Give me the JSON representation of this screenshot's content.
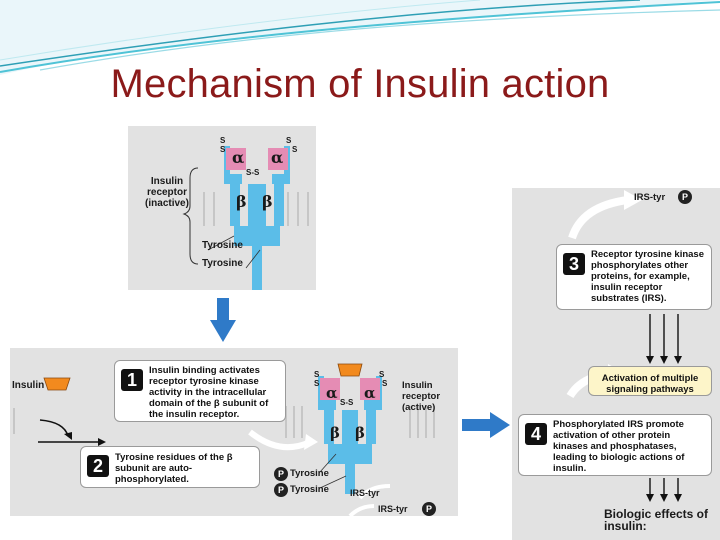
{
  "slide": {
    "title": "Mechanism of Insulin action"
  },
  "inactive_panel": {
    "receptor_label": "Insulin receptor (inactive)",
    "alpha": "α",
    "beta": "β",
    "ss": "S",
    "ss_bridge": "S-S",
    "tyrosine_1": "Tyrosine",
    "tyrosine_2": "Tyrosine"
  },
  "active_panel": {
    "insulin_label": "Insulin",
    "step1_number": "1",
    "step1_text": "Insulin binding activates receptor tyrosine kinase activity in the intracellular domain of the β subunit of the insulin receptor.",
    "step2_number": "2",
    "step2_text": "Tyrosine residues of the β subunit are auto-phosphorylated.",
    "receptor_label": "Insulin receptor (active)",
    "alpha": "α",
    "beta": "β",
    "ss": "S",
    "ss_bridge": "S-S",
    "p": "P",
    "tyrosine_1": "Tyrosine",
    "tyrosine_2": "Tyrosine",
    "irs_tyr_1": "IRS-tyr",
    "irs_tyr_2": "IRS-tyr"
  },
  "signal_panel": {
    "irs_tyr": "IRS-tyr",
    "p": "P",
    "step3_number": "3",
    "step3_text": "Receptor tyrosine kinase phosphorylates other proteins, for example, insulin receptor substrates (IRS).",
    "activation_text": "Activation of multiple signaling pathways",
    "step4_number": "4",
    "step4_text": "Phosphorylated IRS promote activation of other protein kinases and phosphatases, leading to biologic actions of insulin.",
    "effects_text": "Biologic effects of insulin:"
  },
  "colors": {
    "title": "#8b1a1a",
    "panel_bg": "#e2e2e2",
    "receptor_blue": "#5bbde8",
    "alpha_pink": "#e58cb4",
    "insulin_orange": "#f28a1e",
    "arrow_blue": "#2f7ac8",
    "header_teal": "#4fc3d6"
  }
}
